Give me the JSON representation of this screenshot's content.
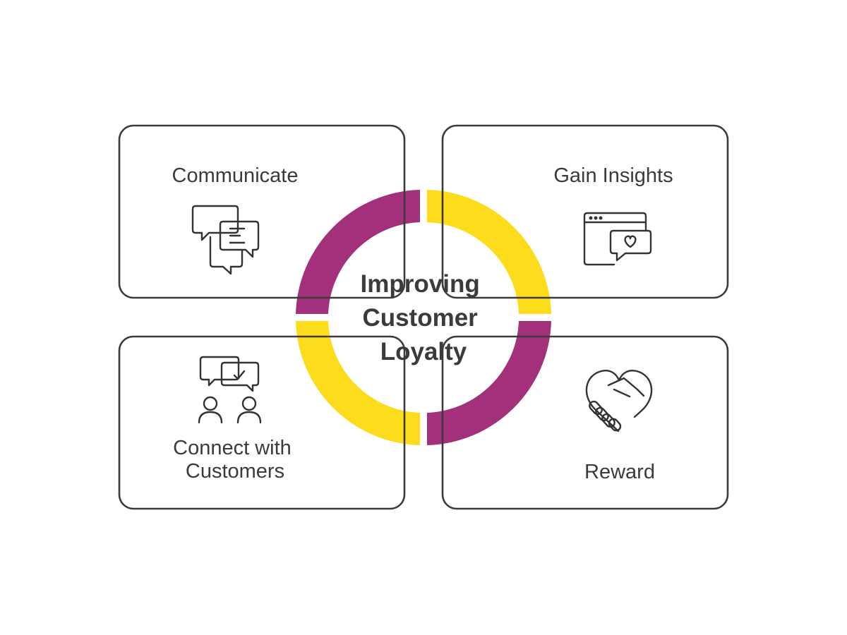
{
  "center": {
    "lines": [
      "Improving",
      "Customer",
      "Loyalty"
    ]
  },
  "cards": {
    "communicate": {
      "title": "Communicate",
      "icon": "chat-bubbles-icon"
    },
    "gain_insights": {
      "title": "Gain Insights",
      "icon": "browser-heart-message-icon"
    },
    "connect": {
      "title_lines": [
        "Connect with",
        "Customers"
      ],
      "icon": "people-chat-check-icon"
    },
    "reward": {
      "title": "Reward",
      "icon": "handshake-heart-icon"
    }
  },
  "colors": {
    "purple": "#a3307a",
    "yellow": "#fddc1c",
    "outline": "#3b3b3b",
    "text": "#3b3b3b"
  }
}
